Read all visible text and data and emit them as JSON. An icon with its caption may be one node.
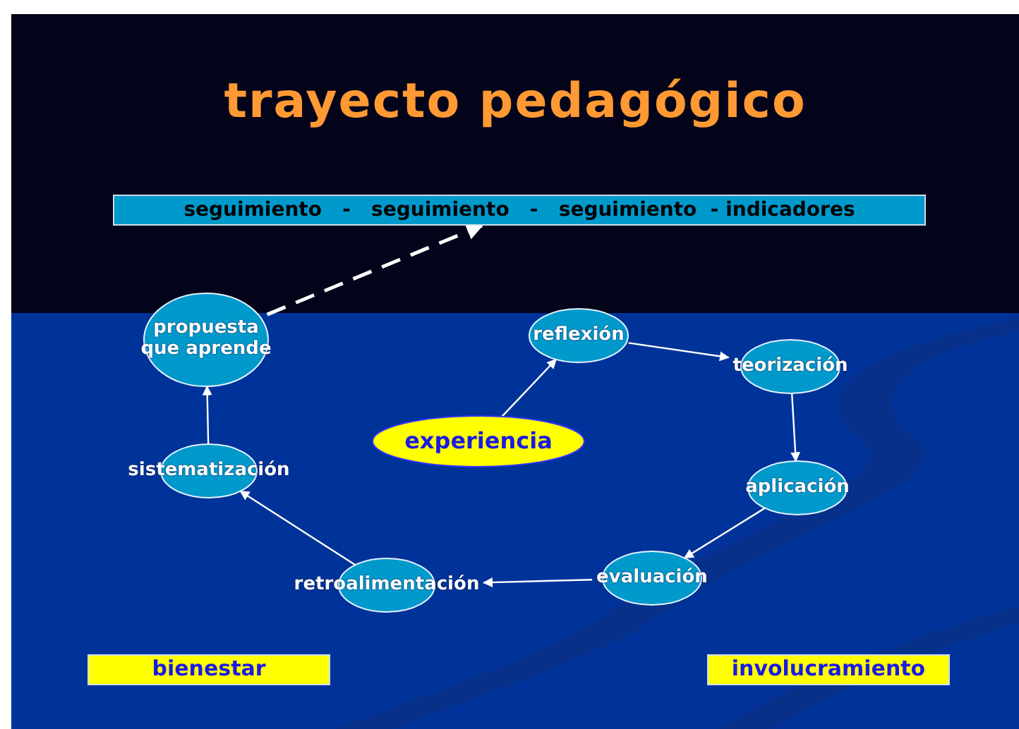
{
  "diagram": {
    "title": "trayecto pedagógico",
    "nodes": [
      {
        "text": [
          "seguimiento   -   seguimiento   -   seguimiento  - indicadores"
        ]
      },
      {
        "text": [
          "propuesta que aprende"
        ]
      },
      {
        "text": [
          "reflexión"
        ]
      },
      {
        "text": [
          "teorización"
        ]
      },
      {
        "text": [
          "experiencia"
        ]
      },
      {
        "text": [
          "sistematización"
        ]
      },
      {
        "text": [
          "aplicación"
        ]
      },
      {
        "text": [
          "evaluación"
        ]
      },
      {
        "text": [
          "retroalimentación"
        ]
      },
      {
        "text": [
          "bienestar"
        ]
      },
      {
        "text": [
          "involucramiento"
        ]
      }
    ],
    "edges": [
      {
        "from": 4,
        "to": 2,
        "arrow": "to"
      },
      {
        "from": 2,
        "to": 3,
        "arrow": "to"
      },
      {
        "from": 3,
        "to": 6,
        "arrow": "to"
      },
      {
        "from": 6,
        "to": 7,
        "arrow": "to"
      },
      {
        "from": 7,
        "to": 8,
        "arrow": "to"
      },
      {
        "from": 8,
        "to": 5,
        "arrow": "to"
      },
      {
        "from": 5,
        "to": 1,
        "arrow": "to"
      },
      {
        "from": 1,
        "to": 0,
        "arrow": "to",
        "style": "dashed"
      }
    ]
  }
}
